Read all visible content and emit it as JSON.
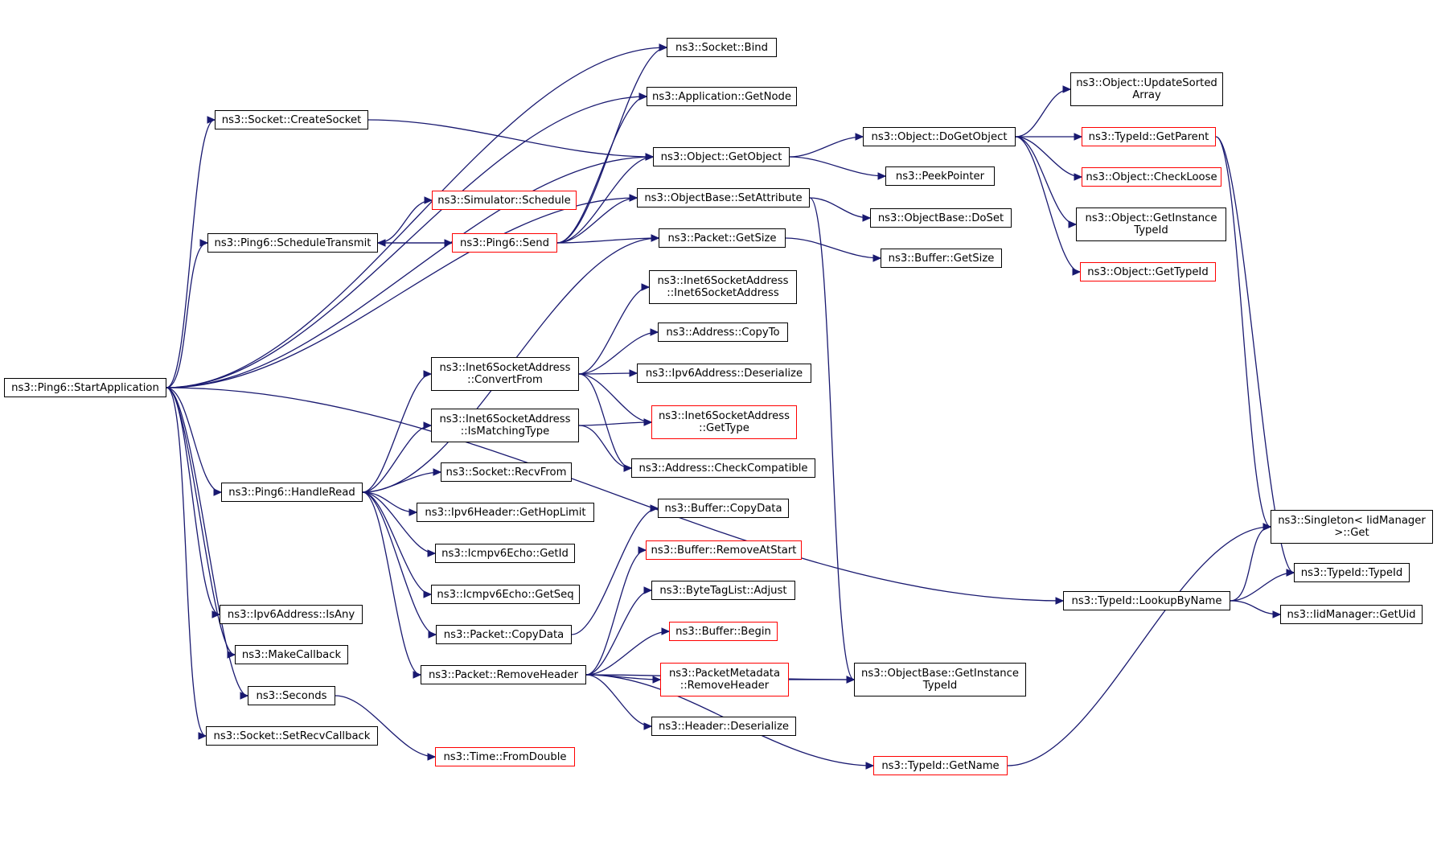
{
  "nodes": [
    {
      "id": "start",
      "label": "ns3::Ping6::StartApplication",
      "style": "root"
    },
    {
      "id": "bind",
      "label": "ns3::Socket::Bind",
      "style": "normal"
    },
    {
      "id": "appnode",
      "label": "ns3::Application::GetNode",
      "style": "normal"
    },
    {
      "id": "createsock",
      "label": "ns3::Socket::CreateSocket",
      "style": "normal"
    },
    {
      "id": "getobj",
      "label": "ns3::Object::GetObject",
      "style": "normal"
    },
    {
      "id": "sched",
      "label": "ns3::Simulator::Schedule",
      "style": "red"
    },
    {
      "id": "setattr",
      "label": "ns3::ObjectBase::SetAttribute",
      "style": "normal"
    },
    {
      "id": "schedtx",
      "label": "ns3::Ping6::ScheduleTransmit",
      "style": "normal"
    },
    {
      "id": "send",
      "label": "ns3::Ping6::Send",
      "style": "red"
    },
    {
      "id": "pktsize",
      "label": "ns3::Packet::GetSize",
      "style": "normal"
    },
    {
      "id": "dogetobj",
      "label": "ns3::Object::DoGetObject",
      "style": "normal"
    },
    {
      "id": "updsorted",
      "label": "ns3::Object::UpdateSorted\nArray",
      "style": "normal"
    },
    {
      "id": "getparent",
      "label": "ns3::TypeId::GetParent",
      "style": "red"
    },
    {
      "id": "checkloose",
      "label": "ns3::Object::CheckLoose",
      "style": "red"
    },
    {
      "id": "objinsttid",
      "label": "ns3::Object::GetInstance\nTypeId",
      "style": "normal"
    },
    {
      "id": "objgettid",
      "label": "ns3::Object::GetTypeId",
      "style": "red"
    },
    {
      "id": "peek",
      "label": "ns3::PeekPointer",
      "style": "normal"
    },
    {
      "id": "doset",
      "label": "ns3::ObjectBase::DoSet",
      "style": "normal"
    },
    {
      "id": "bufsize",
      "label": "ns3::Buffer::GetSize",
      "style": "normal"
    },
    {
      "id": "i6ctor",
      "label": "ns3::Inet6SocketAddress\n::Inet6SocketAddress",
      "style": "normal"
    },
    {
      "id": "copyto",
      "label": "ns3::Address::CopyTo",
      "style": "normal"
    },
    {
      "id": "convfrom",
      "label": "ns3::Inet6SocketAddress\n::ConvertFrom",
      "style": "normal"
    },
    {
      "id": "ipv6deser",
      "label": "ns3::Ipv6Address::Deserialize",
      "style": "normal"
    },
    {
      "id": "i6gettype",
      "label": "ns3::Inet6SocketAddress\n::GetType",
      "style": "red"
    },
    {
      "id": "ismatch",
      "label": "ns3::Inet6SocketAddress\n::IsMatchingType",
      "style": "normal"
    },
    {
      "id": "checkcompat",
      "label": "ns3::Address::CheckCompatible",
      "style": "normal"
    },
    {
      "id": "recvfrom",
      "label": "ns3::Socket::RecvFrom",
      "style": "normal"
    },
    {
      "id": "handleread",
      "label": "ns3::Ping6::HandleRead",
      "style": "normal"
    },
    {
      "id": "hoplimit",
      "label": "ns3::Ipv6Header::GetHopLimit",
      "style": "normal"
    },
    {
      "id": "echoid",
      "label": "ns3::Icmpv6Echo::GetId",
      "style": "normal"
    },
    {
      "id": "echoseq",
      "label": "ns3::Icmpv6Echo::GetSeq",
      "style": "normal"
    },
    {
      "id": "bufcopy",
      "label": "ns3::Buffer::CopyData",
      "style": "normal"
    },
    {
      "id": "removeatstart",
      "label": "ns3::Buffer::RemoveAtStart",
      "style": "red"
    },
    {
      "id": "btladjust",
      "label": "ns3::ByteTagList::Adjust",
      "style": "normal"
    },
    {
      "id": "bufbegin",
      "label": "ns3::Buffer::Begin",
      "style": "red"
    },
    {
      "id": "pmremove",
      "label": "ns3::PacketMetadata\n::RemoveHeader",
      "style": "red"
    },
    {
      "id": "obinsttid",
      "label": "ns3::ObjectBase::GetInstance\nTypeId",
      "style": "normal"
    },
    {
      "id": "hdrdeser",
      "label": "ns3::Header::Deserialize",
      "style": "normal"
    },
    {
      "id": "isany",
      "label": "ns3::Ipv6Address::IsAny",
      "style": "normal"
    },
    {
      "id": "pktcopy",
      "label": "ns3::Packet::CopyData",
      "style": "normal"
    },
    {
      "id": "makecb",
      "label": "ns3::MakeCallback",
      "style": "normal"
    },
    {
      "id": "pktremove",
      "label": "ns3::Packet::RemoveHeader",
      "style": "normal"
    },
    {
      "id": "seconds",
      "label": "ns3::Seconds",
      "style": "normal"
    },
    {
      "id": "setrecvcb",
      "label": "ns3::Socket::SetRecvCallback",
      "style": "normal"
    },
    {
      "id": "fromdouble",
      "label": "ns3::Time::FromDouble",
      "style": "red"
    },
    {
      "id": "getname",
      "label": "ns3::TypeId::GetName",
      "style": "red"
    },
    {
      "id": "singleton",
      "label": "ns3::Singleton< IidManager\n >::Get",
      "style": "normal"
    },
    {
      "id": "tidctor",
      "label": "ns3::TypeId::TypeId",
      "style": "normal"
    },
    {
      "id": "lookup",
      "label": "ns3::TypeId::LookupByName",
      "style": "normal"
    },
    {
      "id": "getuid",
      "label": "ns3::IidManager::GetUid",
      "style": "normal"
    }
  ],
  "edges": [
    [
      "start",
      "bind"
    ],
    [
      "start",
      "appnode"
    ],
    [
      "start",
      "createsock"
    ],
    [
      "start",
      "getobj"
    ],
    [
      "start",
      "schedtx"
    ],
    [
      "start",
      "setattr"
    ],
    [
      "start",
      "handleread"
    ],
    [
      "start",
      "isany"
    ],
    [
      "start",
      "makecb"
    ],
    [
      "start",
      "seconds"
    ],
    [
      "start",
      "setrecvcb"
    ],
    [
      "start",
      "lookup"
    ],
    [
      "createsock",
      "getobj"
    ],
    [
      "schedtx",
      "sched"
    ],
    [
      "schedtx",
      "send"
    ],
    [
      "send",
      "schedtx"
    ],
    [
      "send",
      "bind"
    ],
    [
      "send",
      "appnode"
    ],
    [
      "send",
      "getobj"
    ],
    [
      "send",
      "setattr"
    ],
    [
      "send",
      "pktsize"
    ],
    [
      "getobj",
      "dogetobj"
    ],
    [
      "getobj",
      "peek"
    ],
    [
      "dogetobj",
      "updsorted"
    ],
    [
      "dogetobj",
      "getparent"
    ],
    [
      "dogetobj",
      "checkloose"
    ],
    [
      "dogetobj",
      "objinsttid"
    ],
    [
      "dogetobj",
      "objgettid"
    ],
    [
      "setattr",
      "doset"
    ],
    [
      "setattr",
      "obinsttid"
    ],
    [
      "pktsize",
      "bufsize"
    ],
    [
      "getparent",
      "singleton"
    ],
    [
      "getparent",
      "tidctor"
    ],
    [
      "convfrom",
      "i6ctor"
    ],
    [
      "convfrom",
      "copyto"
    ],
    [
      "convfrom",
      "ipv6deser"
    ],
    [
      "convfrom",
      "i6gettype"
    ],
    [
      "convfrom",
      "checkcompat"
    ],
    [
      "ismatch",
      "i6gettype"
    ],
    [
      "ismatch",
      "checkcompat"
    ],
    [
      "handleread",
      "pktsize"
    ],
    [
      "handleread",
      "convfrom"
    ],
    [
      "handleread",
      "ismatch"
    ],
    [
      "handleread",
      "recvfrom"
    ],
    [
      "handleread",
      "hoplimit"
    ],
    [
      "handleread",
      "echoid"
    ],
    [
      "handleread",
      "echoseq"
    ],
    [
      "handleread",
      "pktcopy"
    ],
    [
      "handleread",
      "pktremove"
    ],
    [
      "pktcopy",
      "bufcopy"
    ],
    [
      "pktremove",
      "removeatstart"
    ],
    [
      "pktremove",
      "btladjust"
    ],
    [
      "pktremove",
      "bufbegin"
    ],
    [
      "pktremove",
      "pmremove"
    ],
    [
      "pktremove",
      "hdrdeser"
    ],
    [
      "pktremove",
      "obinsttid"
    ],
    [
      "pktremove",
      "getname"
    ],
    [
      "pmremove",
      "obinsttid"
    ],
    [
      "seconds",
      "fromdouble"
    ],
    [
      "getname",
      "singleton"
    ],
    [
      "lookup",
      "singleton"
    ],
    [
      "lookup",
      "tidctor"
    ],
    [
      "lookup",
      "getuid"
    ]
  ]
}
